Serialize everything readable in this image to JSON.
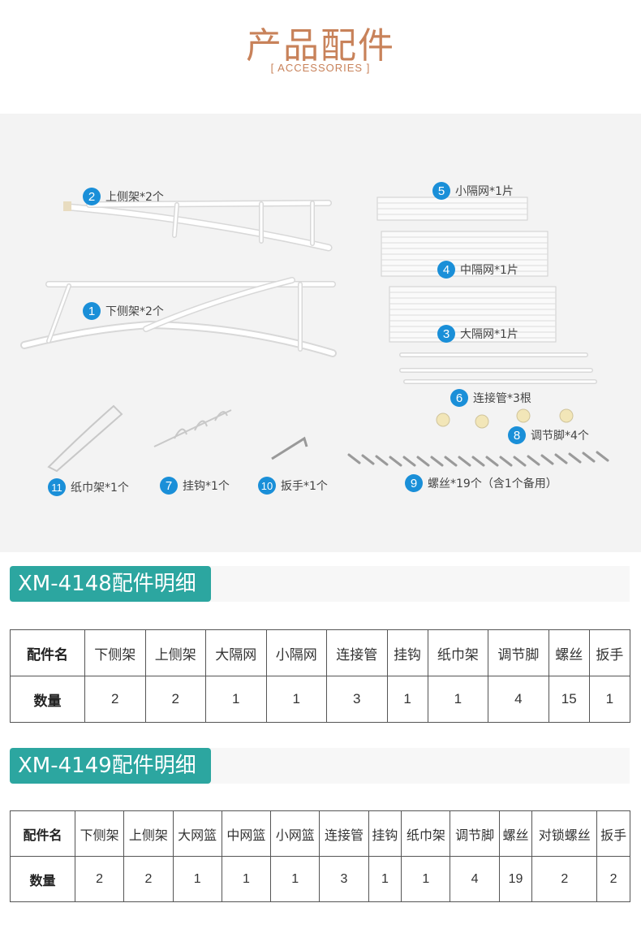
{
  "header": {
    "title": "产品配件",
    "subtitle": "[ ACCESSORIES ]"
  },
  "accessories": [
    {
      "no": "2",
      "label": "上侧架*2个"
    },
    {
      "no": "1",
      "label": "下侧架*2个"
    },
    {
      "no": "5",
      "label": "小隔网*1片"
    },
    {
      "no": "4",
      "label": "中隔网*1片"
    },
    {
      "no": "3",
      "label": "大隔网*1片"
    },
    {
      "no": "6",
      "label": "连接管*3根"
    },
    {
      "no": "8",
      "label": "调节脚*4个"
    },
    {
      "no": "11",
      "label": "纸巾架*1个"
    },
    {
      "no": "7",
      "label": "挂钩*1个"
    },
    {
      "no": "10",
      "label": "扳手*1个"
    },
    {
      "no": "9",
      "label": "螺丝*19个（含1个备用）"
    }
  ],
  "colors": {
    "title": "#c8825a",
    "badge": "#1a8fd8",
    "model_tag": "#2ca6a0"
  },
  "table1": {
    "model": "XM-4148配件明细",
    "headers": [
      "配件名",
      "下侧架",
      "上侧架",
      "大隔网",
      "小隔网",
      "连接管",
      "挂钩",
      "纸巾架",
      "调节脚",
      "螺丝",
      "扳手"
    ],
    "row": [
      "数量",
      "2",
      "2",
      "1",
      "1",
      "3",
      "1",
      "1",
      "4",
      "15",
      "1"
    ]
  },
  "table2": {
    "model": "XM-4149配件明细",
    "headers": [
      "配件名",
      "下侧架",
      "上侧架",
      "大网篮",
      "中网篮",
      "小网篮",
      "连接管",
      "挂钩",
      "纸巾架",
      "调节脚",
      "螺丝",
      "对锁螺丝",
      "扳手"
    ],
    "row": [
      "数量",
      "2",
      "2",
      "1",
      "1",
      "1",
      "3",
      "1",
      "1",
      "4",
      "19",
      "2",
      "2"
    ]
  }
}
